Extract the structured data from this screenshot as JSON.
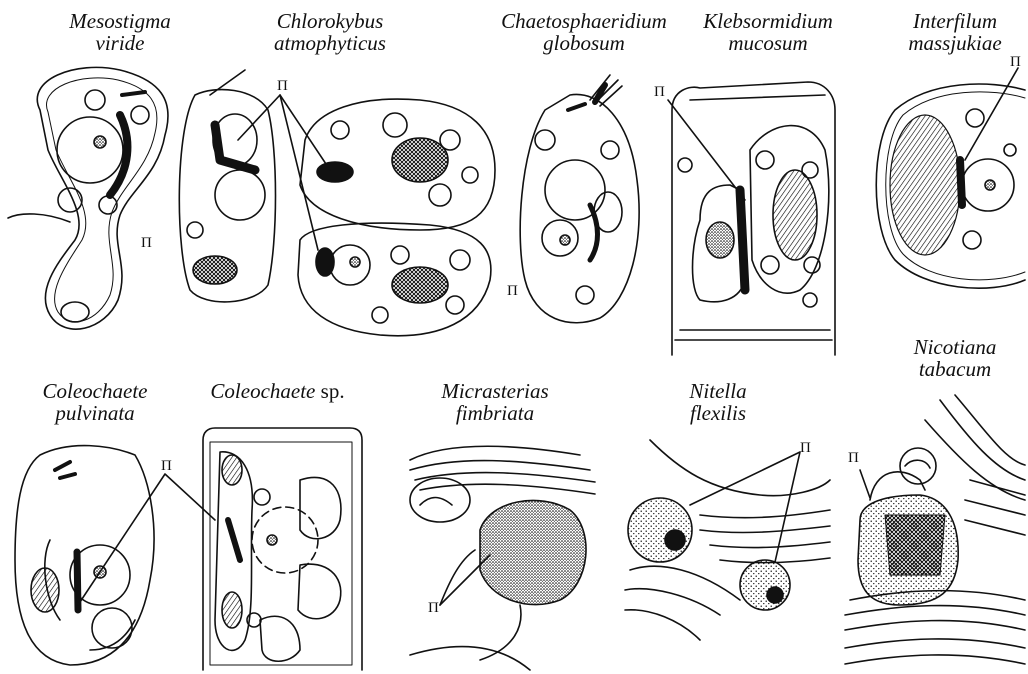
{
  "callout_letter": "П",
  "panels": [
    {
      "id": "mesostigma",
      "line1": "Mesostigma",
      "line2": "viride"
    },
    {
      "id": "chlorokybus",
      "line1": "Chlorokybus",
      "line2": "atmophyticus"
    },
    {
      "id": "chaetosphaeridium",
      "line1": "Chaetosphaeridium",
      "line2": "globosum"
    },
    {
      "id": "klebsormidium",
      "line1": "Klebsormidium",
      "line2": "mucosum"
    },
    {
      "id": "interfilum",
      "line1": "Interfilum",
      "line2": "massjukiae"
    },
    {
      "id": "coleochaete-pulvinata",
      "line1": "Coleochaete",
      "line2": "pulvinata"
    },
    {
      "id": "coleochaete-sp",
      "line1": "Coleochaete",
      "line1_suffix": " sp."
    },
    {
      "id": "micrasterias",
      "line1": "Micrasterias",
      "line2": "fimbriata"
    },
    {
      "id": "nitella",
      "line1": "Nitella",
      "line2": "flexilis"
    },
    {
      "id": "nicotiana",
      "line1": "Nicotiana",
      "line2": "tabacum"
    }
  ]
}
